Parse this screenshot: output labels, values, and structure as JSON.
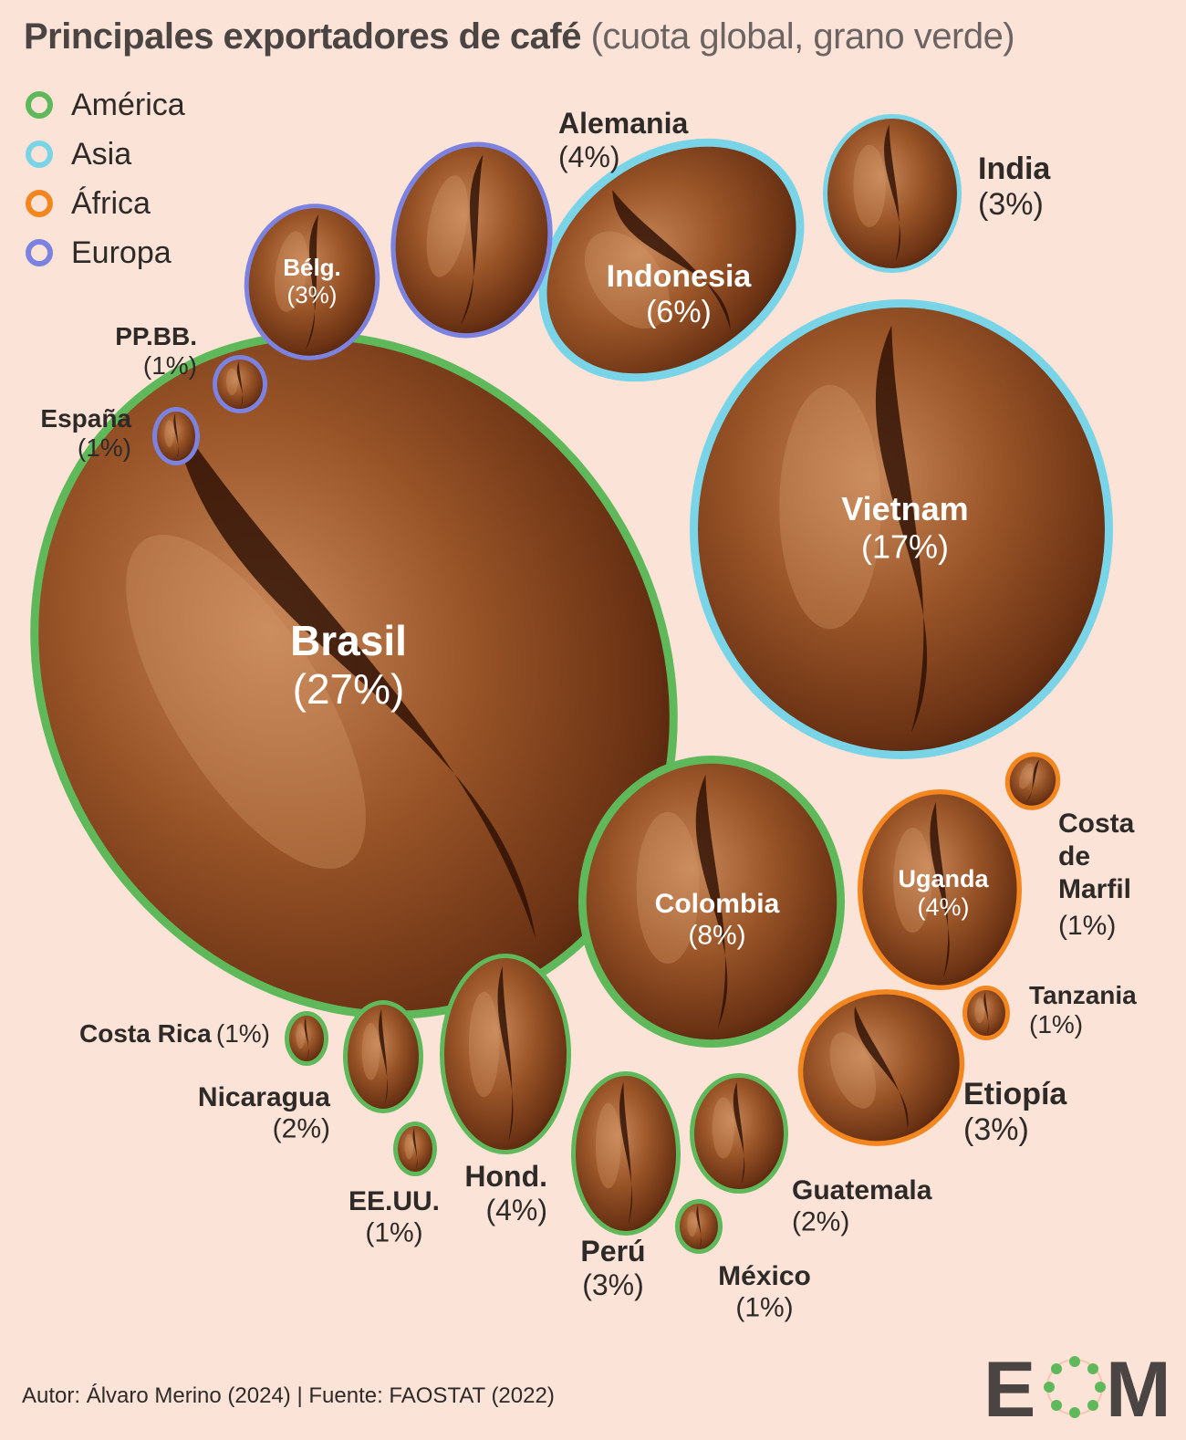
{
  "title": "Principales exportadores de café",
  "subtitle": "(cuota global, grano verde)",
  "legend": [
    {
      "label": "América",
      "color": "#5fb85a"
    },
    {
      "label": "Asia",
      "color": "#78d4e6"
    },
    {
      "label": "África",
      "color": "#f4861f"
    },
    {
      "label": "Europa",
      "color": "#7b82e0"
    }
  ],
  "chart_data": {
    "type": "bubble",
    "unit": "%",
    "points": [
      {
        "name": "Brasil",
        "label": "Brasil",
        "value": 27,
        "value_label": "(27%)",
        "region": "América"
      },
      {
        "name": "Vietnam",
        "label": "Vietnam",
        "value": 17,
        "value_label": "(17%)",
        "region": "Asia"
      },
      {
        "name": "Colombia",
        "label": "Colombia",
        "value": 8,
        "value_label": "(8%)",
        "region": "América"
      },
      {
        "name": "Indonesia",
        "label": "Indonesia",
        "value": 6,
        "value_label": "(6%)",
        "region": "Asia"
      },
      {
        "name": "Alemania",
        "label": "Alemania",
        "value": 4,
        "value_label": "(4%)",
        "region": "Europa"
      },
      {
        "name": "Uganda",
        "label": "Uganda",
        "value": 4,
        "value_label": "(4%)",
        "region": "África"
      },
      {
        "name": "Honduras",
        "label": "Hond.",
        "value": 4,
        "value_label": "(4%)",
        "region": "América"
      },
      {
        "name": "India",
        "label": "India",
        "value": 3,
        "value_label": "(3%)",
        "region": "Asia"
      },
      {
        "name": "Bélgica",
        "label": "Bélg.",
        "value": 3,
        "value_label": "(3%)",
        "region": "Europa"
      },
      {
        "name": "Etiopía",
        "label": "Etiopía",
        "value": 3,
        "value_label": "(3%)",
        "region": "África"
      },
      {
        "name": "Perú",
        "label": "Perú",
        "value": 3,
        "value_label": "(3%)",
        "region": "América"
      },
      {
        "name": "Nicaragua",
        "label": "Nicaragua",
        "value": 2,
        "value_label": "(2%)",
        "region": "América"
      },
      {
        "name": "Guatemala",
        "label": "Guatemala",
        "value": 2,
        "value_label": "(2%)",
        "region": "América"
      },
      {
        "name": "PP.BB.",
        "label": "PP.BB.",
        "value": 1,
        "value_label": "(1%)",
        "region": "Europa"
      },
      {
        "name": "España",
        "label": "España",
        "value": 1,
        "value_label": "(1%)",
        "region": "Europa"
      },
      {
        "name": "Costa de Marfil",
        "label": "Costa de Marfil",
        "value": 1,
        "value_label": "(1%)",
        "region": "África"
      },
      {
        "name": "Tanzania",
        "label": "Tanzania",
        "value": 1,
        "value_label": "(1%)",
        "region": "África"
      },
      {
        "name": "Costa Rica",
        "label": "Costa Rica",
        "value": 1,
        "value_label": "(1%)",
        "region": "América"
      },
      {
        "name": "EE.UU.",
        "label": "EE.UU.",
        "value": 1,
        "value_label": "(1%)",
        "region": "América"
      },
      {
        "name": "México",
        "label": "México",
        "value": 1,
        "value_label": "(1%)",
        "region": "América"
      }
    ]
  },
  "footer": "Autor: Álvaro Merino (2024) | Fuente: FAOSTAT (2022)",
  "logo_text": "EOM"
}
